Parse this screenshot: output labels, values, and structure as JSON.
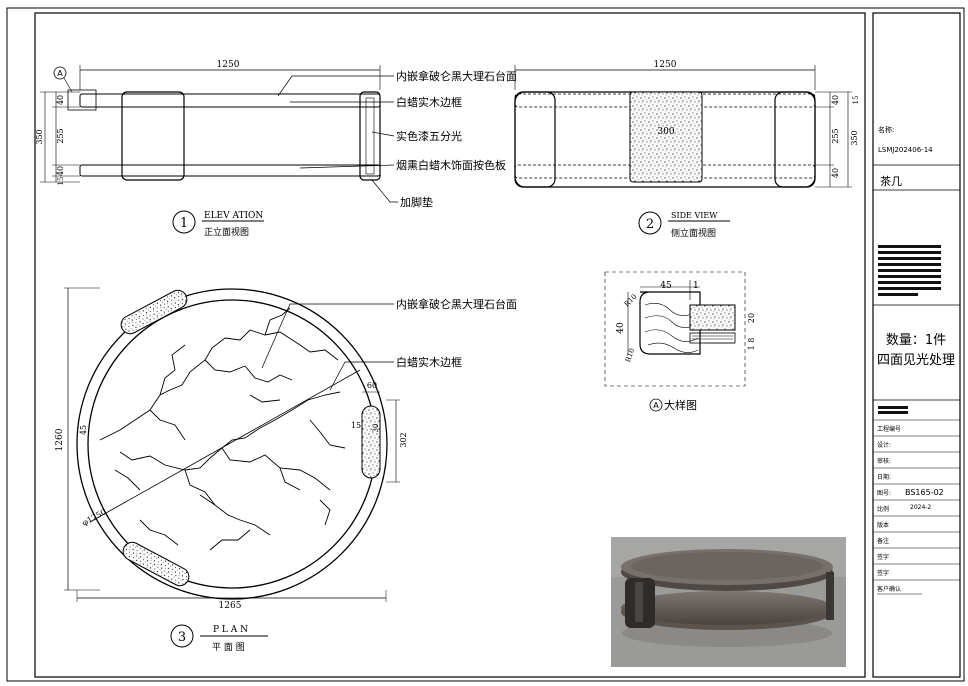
{
  "elevation": {
    "dim_top": "1250",
    "dim_left_40_top": "40",
    "dim_left_255": "255",
    "dim_left_40_bot": "40",
    "dim_left_15": "15",
    "dim_overall": "350",
    "ref_marker": "A",
    "label_1": "内嵌拿破仑黑大理石台面",
    "label_2": "白蜡实木边框",
    "label_3": "实色漆五分光",
    "label_4": "烟熏白蜡木饰面按色板",
    "label_5": "加脚垫",
    "num": "1",
    "title_en": "ELEV ATION",
    "title_cn": "正立面视图"
  },
  "side": {
    "dim_top": "1250",
    "dim_center": "300",
    "dim_r_40_top": "40",
    "dim_r_15": "15",
    "dim_r_255": "255",
    "dim_r_40_bot": "40",
    "dim_overall": "350",
    "num": "2",
    "title_en": "SIDE VIEW",
    "title_cn": "侧立面视图"
  },
  "plan": {
    "label_1": "内嵌拿破仑黑大理石台面",
    "label_2": "白蜡实木边框",
    "dim_left": "1260",
    "dim_bottom": "1265",
    "dim_45": "45",
    "dim_15": "15",
    "dim_60": "60",
    "dim_right": "302",
    "dim_right_small": "30",
    "dim_diameter": "φ1250",
    "num": "3",
    "title_en": "P L A N",
    "title_cn": "平 面 图"
  },
  "detail": {
    "dim_45": "45",
    "dim_1": "1",
    "dim_40": "40",
    "dim_20": "20",
    "dim_1_8": "1 8",
    "dim_r10": "R10",
    "dim_r10b": "R10",
    "marker": "A",
    "title": "大样图"
  },
  "titleblock": {
    "r1_label": "名称:",
    "r2_code": "LSMJ202406-14",
    "r3_name": "茶几",
    "qty": "数量：1件",
    "finish": "四面见光处理",
    "f1": "工程编号",
    "f2": "设计:",
    "f3": "审核:",
    "f4": "日期:",
    "f5": "图号:",
    "f5_value": "BS165-02",
    "f6": "比例",
    "f6_value": "2024-2",
    "f7": "版本",
    "f8": "备注",
    "f9": "签字",
    "f10": "签字",
    "f11": "客户确认"
  }
}
